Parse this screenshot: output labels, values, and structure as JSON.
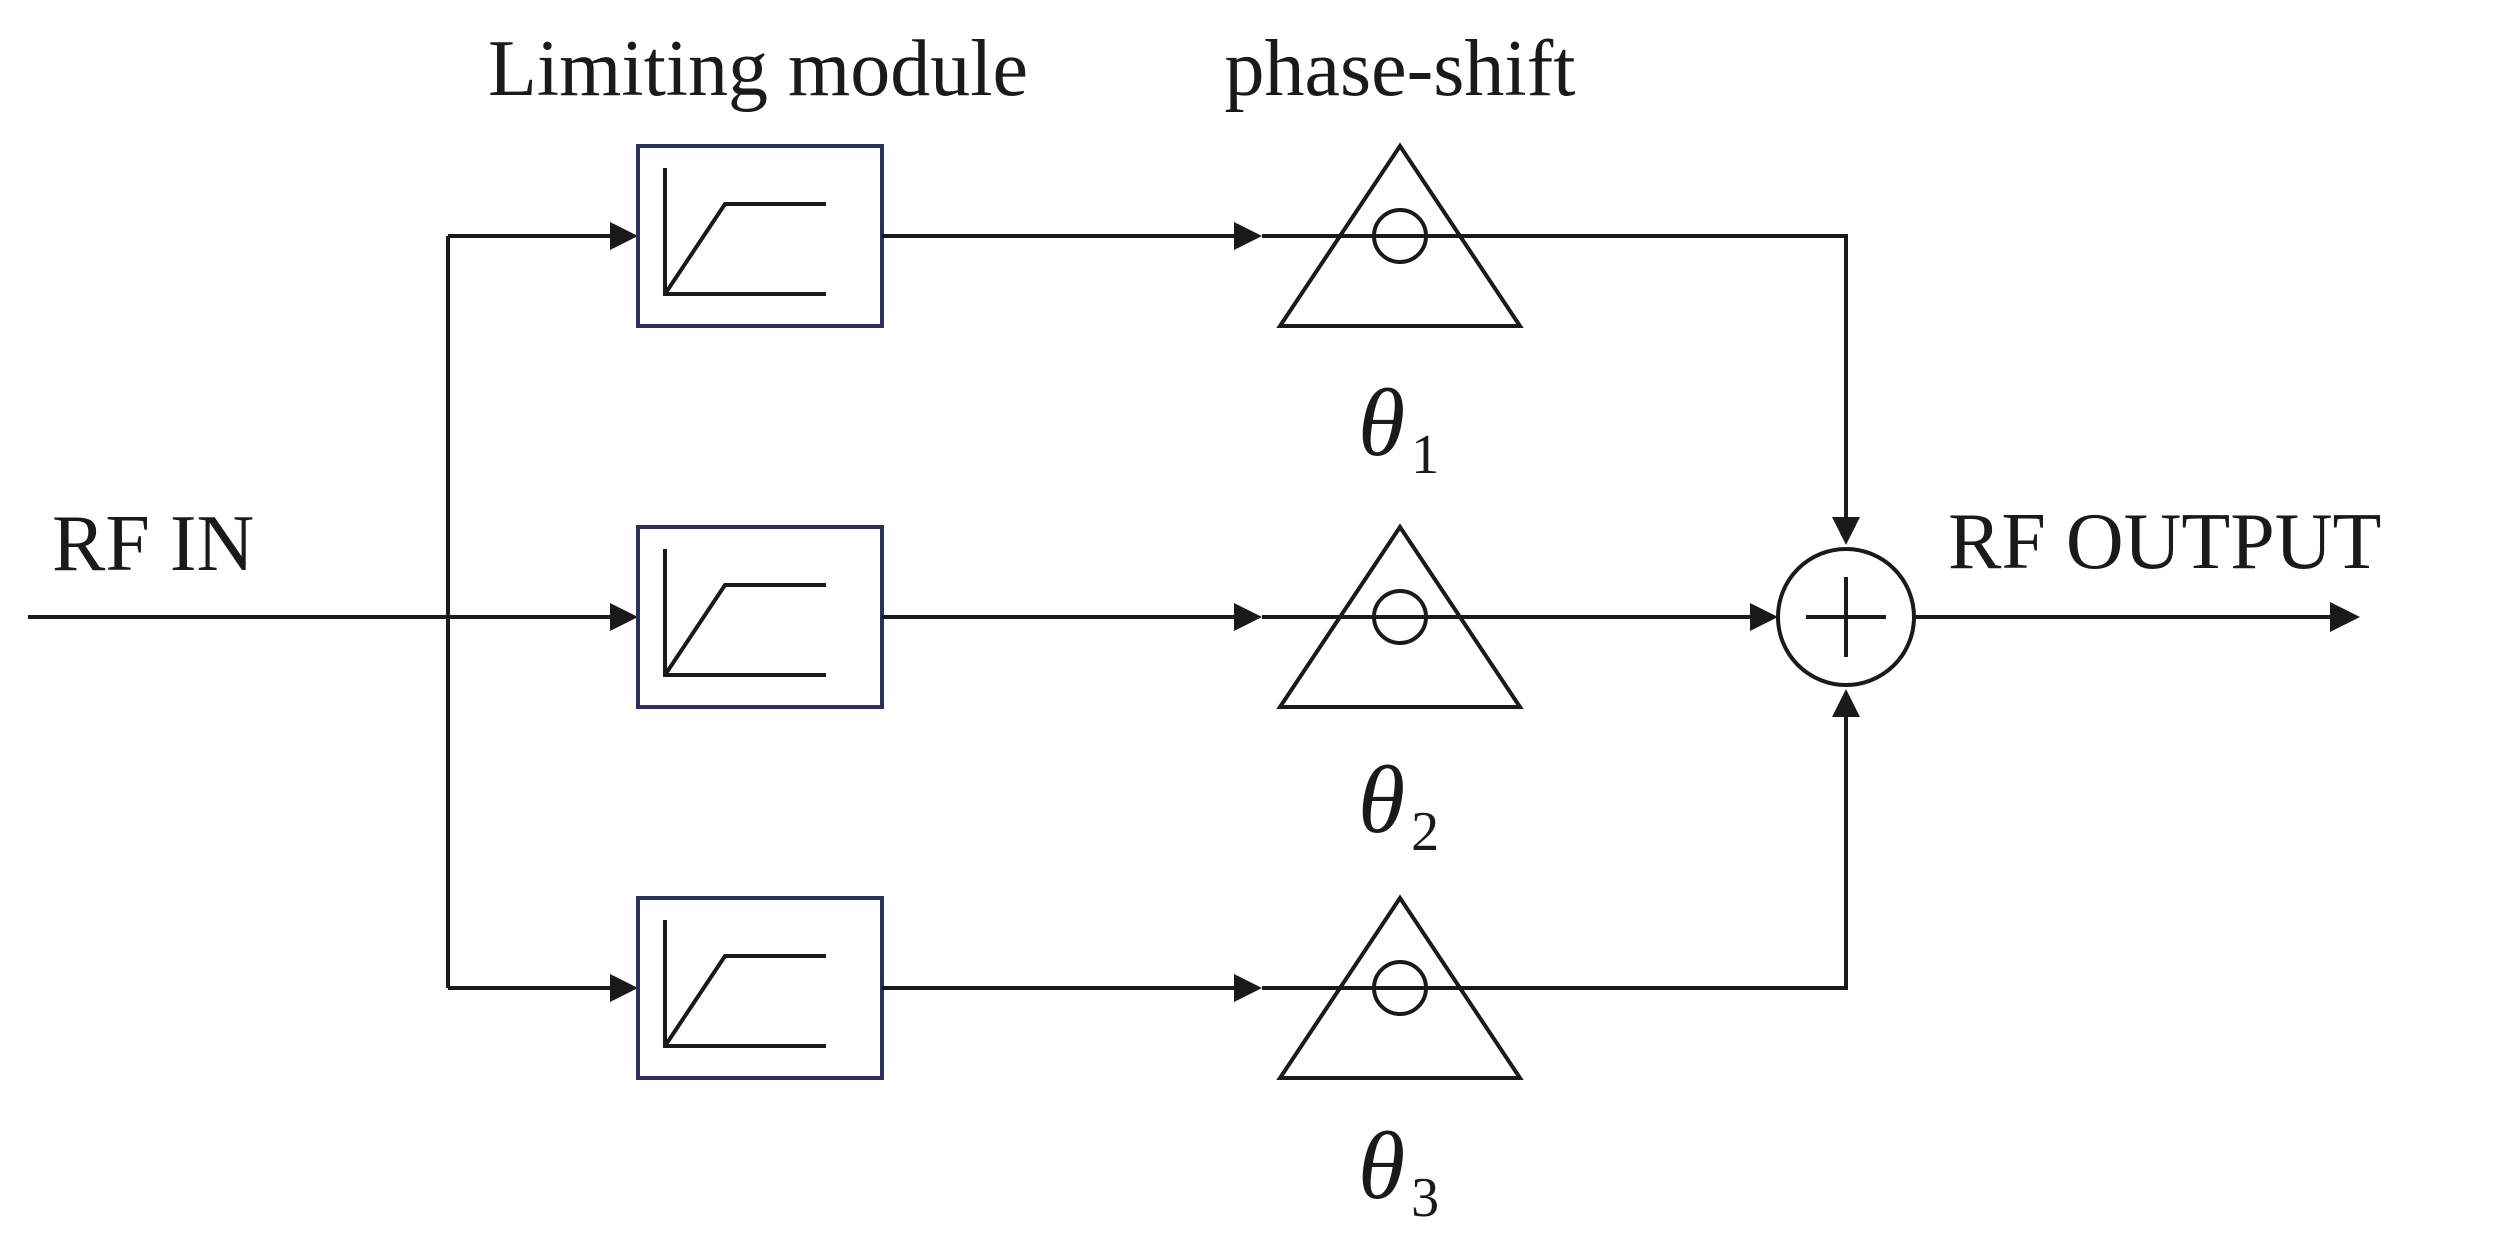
{
  "labels": {
    "input": "RF IN",
    "output": "RF OUTPUT",
    "limiter_header": "Limiting module",
    "shifter_header": "phase-shift"
  },
  "branches": [
    {
      "phase_symbol": "θ",
      "phase_index": "1"
    },
    {
      "phase_symbol": "θ",
      "phase_index": "2"
    },
    {
      "phase_symbol": "θ",
      "phase_index": "3"
    }
  ],
  "summer_symbol": "+",
  "colors": {
    "line": "#1a1a1a",
    "limiter_border": "#2b2f5a",
    "background": "#ffffff"
  }
}
